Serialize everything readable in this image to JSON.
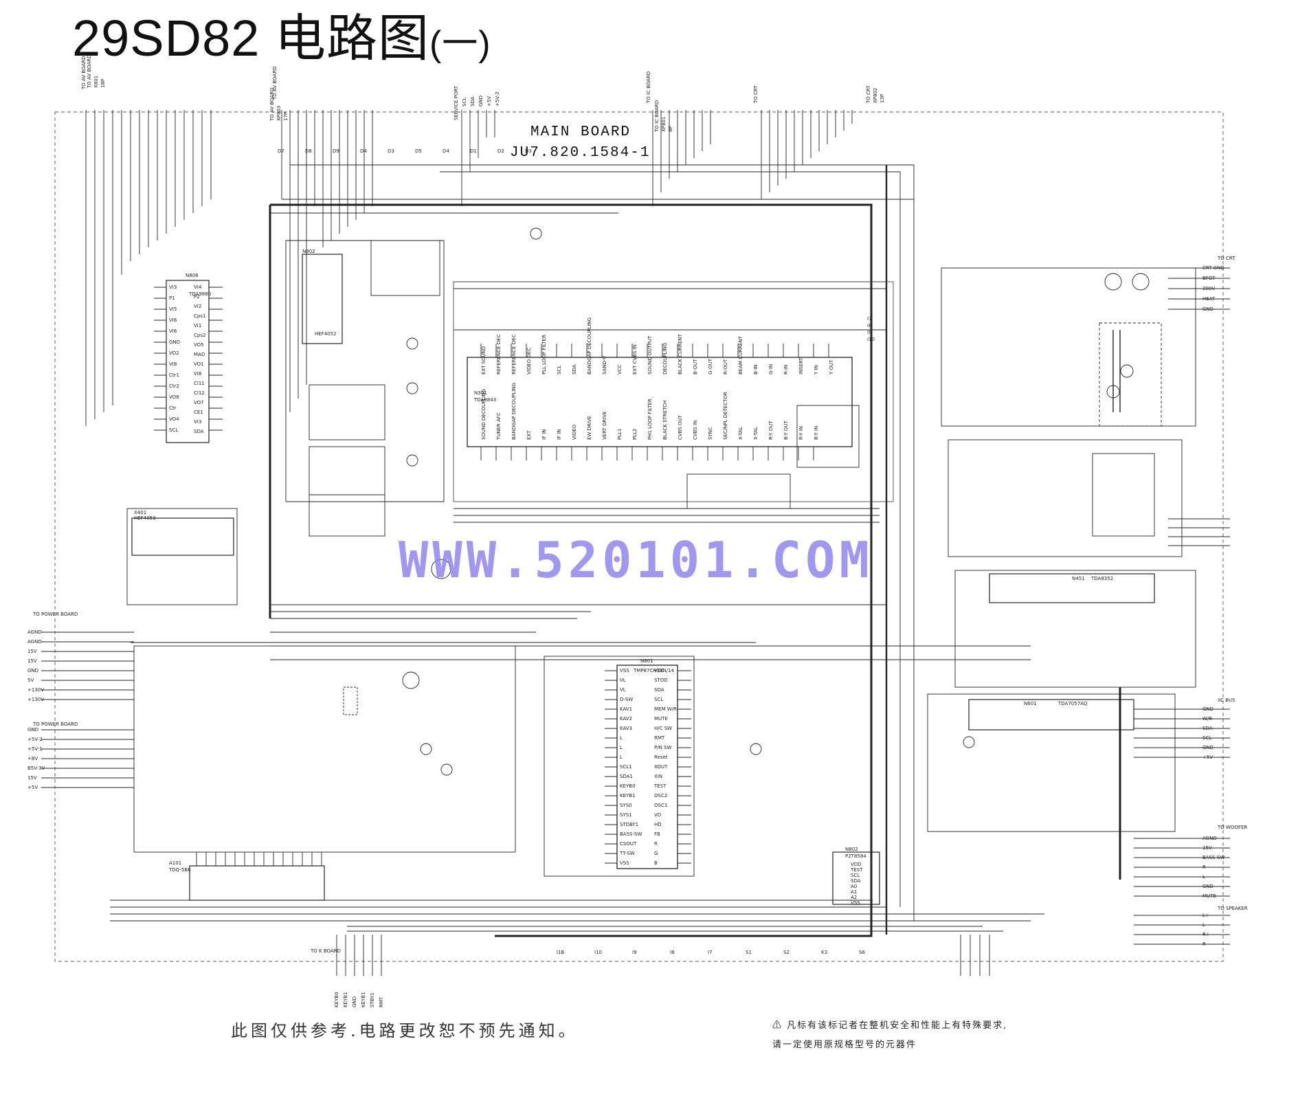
{
  "title": {
    "main": "29SD82 电路图",
    "suffix": "(一)"
  },
  "board": {
    "name": "MAIN BOARD",
    "code": "JU7.820.1584-1"
  },
  "watermark": "WWW.520101.COM",
  "notes": {
    "left": "此图仅供参考.电路更改恕不预先通知。",
    "right_line1": "⚠ 凡标有该标记者在整机安全和性能上有特殊要求,",
    "right_line2": "请一定使用原规格型号的元器件"
  },
  "labels": {
    "to_av_board_1": "TO AV BOARD",
    "to_av_board_2": "TO AV BOARD",
    "service_port": "SERVICE PORT",
    "to_ic_board": "TO IC BOARD",
    "to_crt": "TO CRT",
    "to_power_board_1": "TO POWER BOARD",
    "to_power_board_2": "TO POWER BOARD",
    "to_k_board": "TO K BOARD",
    "to_woofer": "TO WOOFER",
    "to_speaker": "TO SPEAKER",
    "to_crt_2": "TO CRT",
    "iic_bus": "IIC BUS"
  },
  "ics": {
    "n808": {
      "ref": "N808",
      "part": "TDA9880"
    },
    "n301": {
      "ref": "N301",
      "part": "TDA8843"
    },
    "n801": {
      "ref": "N801",
      "part": "TMP87CH38N/14"
    },
    "n451": {
      "ref": "N451",
      "part": "TDA8352"
    },
    "n601": {
      "ref": "N601",
      "part": "TDA7057AQ"
    },
    "n802": {
      "ref": "N802",
      "part": "P2T8584"
    },
    "n802b": {
      "ref": "N802",
      "part": "HEF4052"
    },
    "x401": {
      "ref": "X401",
      "part": "HEF4053"
    },
    "a101": {
      "ref": "A101",
      "part": "TDQ-5B6"
    }
  },
  "n808_pins_left": [
    "VI3",
    "P1",
    "VI5",
    "VI6",
    "VI6",
    "GND",
    "VO2",
    "VI8",
    "Ctr1",
    "Ctr2",
    "VO8",
    "Ctr",
    "VO4",
    "SCL"
  ],
  "n808_pins_right": [
    "VI4",
    "P2",
    "VI2",
    "Cps1",
    "VI1",
    "Cps2",
    "VO5",
    "MAD",
    "VO1",
    "VI8",
    "Cl11",
    "Cl12",
    "VO7",
    "CE1",
    "VI3",
    "SDA"
  ],
  "n801_pins_left": [
    "VSS",
    "VL",
    "VL",
    "D-SW",
    "KAV1",
    "KAV2",
    "KAV3",
    "L",
    "L",
    "L",
    "SCL1",
    "SDA1",
    "KEYB0",
    "KEYB1",
    "SYS0",
    "SYS1",
    "STDBY1",
    "BASS-SW",
    "CSOUT",
    "TT-SW",
    "VSS"
  ],
  "n801_pins_right": [
    "VCC",
    "STOD",
    "SDA",
    "SCL",
    "MEM W/R",
    "MUTE",
    "H/C SW",
    "RMT",
    "P/N SW",
    "Reset",
    "XOUT",
    "XIN",
    "TEST",
    "OSC2",
    "OSC1",
    "VD",
    "HD",
    "FB",
    "R",
    "G",
    "B"
  ],
  "n802_pins": [
    "VDD",
    "TEST",
    "SCL",
    "SDA",
    "A0",
    "A1",
    "A2",
    "VSS"
  ],
  "connector_power": [
    "AGND",
    "AGND",
    "15V",
    "15V",
    "GND",
    "5V",
    "+130V",
    "+130V"
  ],
  "connector_power2": [
    "GND",
    "+5V-2",
    "+5V-1",
    "+8V",
    "B5V-3V",
    "15V",
    "+5V"
  ],
  "connector_crt": [
    "CRT-GND",
    "BFOT",
    "200V",
    "HEAT",
    "GND"
  ],
  "connector_iic": [
    "GND",
    "W/R",
    "SDA",
    "SCL",
    "GND",
    "+5V"
  ],
  "connector_woofer": [
    "AGND",
    "15V",
    "BASS-SW",
    "R",
    "L",
    "GND",
    "MUTE"
  ],
  "connector_speaker": [
    "L+",
    "L-",
    "R+",
    "R-"
  ],
  "connector_k": [
    "KEYB0",
    "KEYB1",
    "GND",
    "KEYB1",
    "STBY1",
    "RMT"
  ],
  "connector_top_av1": [
    "TO AV BOARD",
    "X801",
    "18P"
  ],
  "connector_top_av2": [
    "TO AV BOARD",
    "XP803",
    "17P"
  ],
  "connector_service": [
    "SCL",
    "SDA",
    "GND",
    "+5V",
    "+5V-2"
  ],
  "connector_ic": [
    "TO IC BOARD",
    "XP801",
    "8P"
  ],
  "connector_crt_top": [
    "TO CRT",
    "XP802",
    "13P"
  ],
  "nets_top": [
    "D7",
    "D8",
    "D9",
    "D4",
    "D3",
    "D5",
    "D4",
    "D1",
    "D2",
    "D3"
  ],
  "nets_right": [
    "I7",
    "I8",
    "I9",
    "I10"
  ],
  "nets_bottom": [
    "I1B",
    "I10",
    "I9",
    "I8",
    "I7",
    "S1",
    "S2",
    "K3",
    "S6"
  ],
  "n301_pins_top": [
    "EXT SOUND",
    "REFERENCE DEC",
    "REFERENCE DEC",
    "VIDEO DEC",
    "PLL LOOP FILTER",
    "SCL",
    "SDA",
    "BANDGAP DECOUPLING",
    "SAND-V",
    "VCC",
    "EXT CVBS IN",
    "SOUND OUTPUT",
    "DECOUPLING",
    "BLACK CURRENT",
    "B-OUT",
    "G-OUT",
    "R-OUT",
    "BEAM CURRENT",
    "B-IN",
    "G-IN",
    "R-IN",
    "INSERT",
    "Y IN",
    "Y OUT"
  ],
  "n301_pins_bottom": [
    "SOUND DECOUPLING",
    "TUNER AFC",
    "BANDGAP DECOUPLING",
    "EXT",
    "IF IN",
    "IF IN",
    "VIDEO",
    "EW DRIVE",
    "VERT DRIVE",
    "PLL1",
    "PLL2",
    "PH1 LOOP FILTER",
    "BLACK STRETCH",
    "CVBS OUT",
    "CVBS IN",
    "SYNC",
    "SEC/NPL DETECTOR",
    "X-TAL",
    "X-TAL",
    "R-Y OUT",
    "B-Y OUT",
    "R-Y IN",
    "B-Y IN"
  ]
}
